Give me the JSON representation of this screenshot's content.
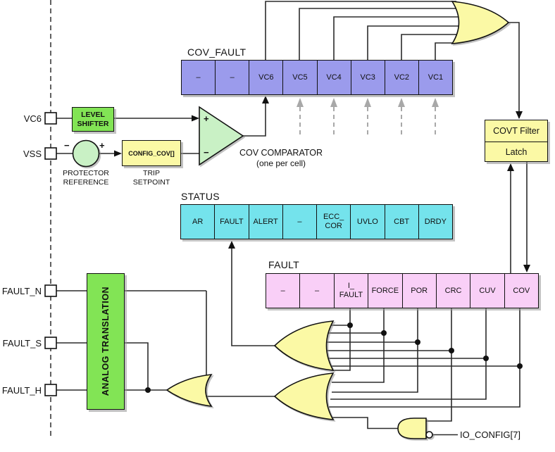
{
  "registers": {
    "cov_fault": {
      "label": "COV_FAULT",
      "cells": [
        "–",
        "–",
        "VC6",
        "VC5",
        "VC4",
        "VC3",
        "VC2",
        "VC1"
      ]
    },
    "status": {
      "label": "STATUS",
      "cells": [
        "AR",
        "FAULT",
        "ALERT",
        "–",
        "ECC_\nCOR",
        "UVLO",
        "CBT",
        "DRDY"
      ]
    },
    "fault": {
      "label": "FAULT",
      "cells": [
        "–",
        "–",
        "I_\nFAULT",
        "FORCE",
        "POR",
        "CRC",
        "CUV",
        "COV"
      ]
    }
  },
  "pins": {
    "vc6": "VC6",
    "vss": "VSS",
    "fault_n": "FAULT_N",
    "fault_s": "FAULT_S",
    "fault_h": "FAULT_H"
  },
  "blocks": {
    "level_shifter": "LEVEL\nSHIFTER",
    "config_cov": "CONFIG_COV[]",
    "analog_translation": "ANALOG TRANSLATION",
    "covt_filter": "COVT Filter",
    "latch": "Latch"
  },
  "annotations": {
    "protector_reference": "PROTECTOR\nREFERENCE",
    "trip_setpoint": "TRIP\nSETPOINT",
    "comparator": "COV COMPARATOR",
    "comparator_note": "(one per cell)",
    "io_config": "IO_CONFIG[7]",
    "comparator_plus": "+",
    "comparator_minus": "−",
    "ref_plus": "+",
    "ref_minus": "−"
  },
  "colors": {
    "register_cov_fault": "#9b9bec",
    "register_status": "#74e3ec",
    "register_fault": "#f9cff7",
    "block_green": "#82e455",
    "block_light_green": "#c9f1c5",
    "block_yellow": "#fbf9a5",
    "wire": "#2b2b2b",
    "dashed_arrow_gray": "#a8a8a8"
  }
}
